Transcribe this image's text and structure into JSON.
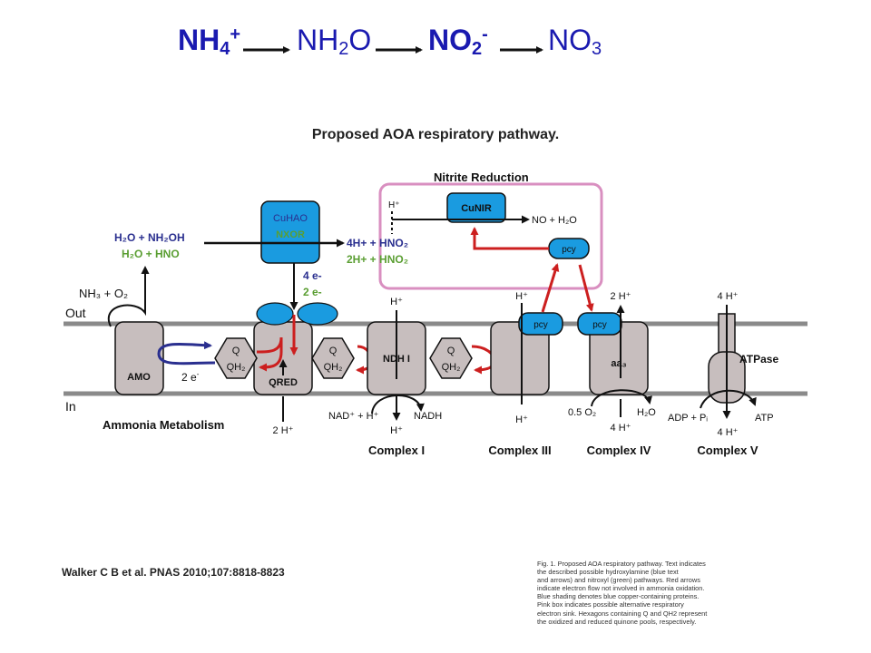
{
  "pathway": {
    "nh4": "NH",
    "nh4_sub": "4",
    "nh4_sup": "+",
    "nh2o": "NH",
    "nh2o_sub": "2",
    "nh2o_end": "O",
    "no2": "NO",
    "no2_sub": "2",
    "no2_sup": "-",
    "no3": "NO",
    "no3_sub": "3"
  },
  "title": "Proposed AOA respiratory pathway.",
  "diagram": {
    "nitrite_reduction": "Nitrite Reduction",
    "cunir": "CuNIR",
    "no_h2o": "NO + H₂O",
    "h_plus": "H⁺",
    "cuhao": "CuHAO",
    "nxor": "NXOR",
    "h2o_nh2oh": "H₂O + NH₂OH",
    "h2o_hno": "H₂O + HNO",
    "hno2_blue": "4H+ + HNO₂",
    "hno2_green": "2H+ + HNO₂",
    "e4": "4 e-",
    "e2": "2 e-",
    "nh3_o2": "NH₃ + O₂",
    "out": "Out",
    "in": "In",
    "amo": "AMO",
    "two_e": "2 e",
    "q": "Q",
    "qh2": "QH₂",
    "qred": "QRED",
    "ndh": "NDH I",
    "pcy": "pcy",
    "aa3": "aa₃",
    "atpase": "ATPase",
    "two_h": "2 H⁺",
    "four_h": "4 H⁺",
    "nad": "NAD⁺ + H⁺",
    "nadh": "NADH",
    "o2": "0.5 O₂",
    "h2o": "H₂O",
    "adp": "ADP + Pᵢ",
    "atp": "ATP",
    "ammonia_metabolism": "Ammonia Metabolism",
    "complex1": "Complex I",
    "complex3": "Complex III",
    "complex4": "Complex IV",
    "complex5": "Complex V"
  },
  "citation": "Walker C B et al. PNAS 2010;107:8818-8823",
  "legend": [
    "Fig. 1. Proposed AOA respiratory pathway. Text indicates",
    "the described possible hydroxylamine (blue text",
    "and arrows) and nitroxyl (green) pathways. Red arrows",
    "indicate electron flow not involved in ammonia oxidation.",
    "Blue shading denotes blue copper-containing proteins.",
    "Pink box indicates possible alternative respiratory",
    "electron sink. Hexagons containing Q and QH2 represent",
    "the oxidized and reduced quinone pools, respectively."
  ],
  "colors": {
    "blue_protein": "#1a9be0",
    "gray_complex": "#c7bebe",
    "membrane": "#8a8a8a",
    "red_arrow": "#cc1f1f",
    "navy_arrow": "#2a2f8f",
    "green_text": "#5a9e32",
    "pink_box": "#d98fc0",
    "pathway_blue": "#1a1ab0"
  }
}
